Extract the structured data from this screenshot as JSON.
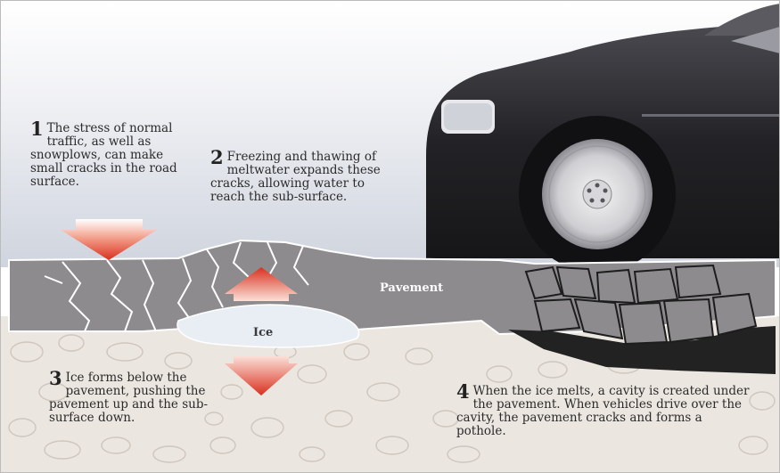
{
  "top_text": "",
  "steps": [
    {
      "num": "1",
      "text": "The stress of normal traffic, as well as snowplows, can make small cracks in the road surface."
    },
    {
      "num": "2",
      "text": "Freezing and thawing of meltwater expands these cracks, allowing water to reach the sub-surface."
    },
    {
      "num": "3",
      "text": "Ice forms below the pavement, pushing the pavement up and the sub-surface down."
    },
    {
      "num": "4",
      "text": "When the ice melts, a cavity is created under the pavement. When vehicles drive over the cavity, the pavement cracks and forms a pothole."
    }
  ],
  "labels": {
    "pavement": "Pavement",
    "ice": "Ice"
  },
  "colors": {
    "sky": "#dfe3ea",
    "pavement": "#8d8b8e",
    "subsurface": "#ebe6e0",
    "arrow": "#e0452f",
    "ice": "#e9eef5",
    "car": "#2a2a2e"
  }
}
